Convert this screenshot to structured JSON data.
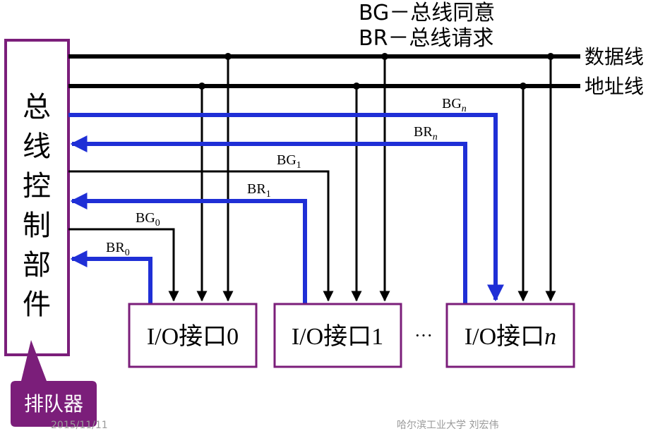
{
  "legend": {
    "bg_line": "BG－总线同意",
    "br_line": "BR－总线请求"
  },
  "buses": {
    "data_bus": "数据线",
    "address_bus": "地址线"
  },
  "controller": {
    "chars": [
      "总",
      "线",
      "控",
      "制",
      "部",
      "件"
    ]
  },
  "queue": {
    "label": "排队器"
  },
  "signals": {
    "bg_n": {
      "base": "BG",
      "sub": "n"
    },
    "br_n": {
      "base": "BR",
      "sub": "n"
    },
    "bg_1": {
      "base": "BG",
      "sub": "1"
    },
    "br_1": {
      "base": "BR",
      "sub": "1"
    },
    "bg_0": {
      "base": "BG",
      "sub": "0"
    },
    "br_0": {
      "base": "BR",
      "sub": "0"
    }
  },
  "interfaces": [
    {
      "prefix": "I/O接口",
      "index": "0"
    },
    {
      "prefix": "I/O接口",
      "index": "1"
    },
    {
      "prefix": "I/O接口",
      "index": "n"
    }
  ],
  "ellipsis": "···",
  "footer": {
    "date": "2015/11/11",
    "org": "哈尔滨工业大学  刘宏伟"
  },
  "colors": {
    "line": "#000000",
    "highlight": "#1f2fd6",
    "frame": "#7b1e7a"
  }
}
